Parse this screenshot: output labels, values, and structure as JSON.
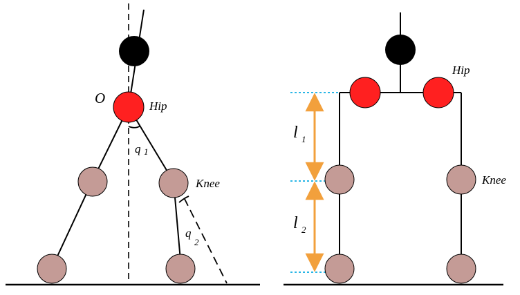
{
  "left_diagram": {
    "origin_label": "O",
    "hip_label": "Hip",
    "knee_label": "Knee",
    "q1": {
      "symbol": "q",
      "subscript": "1"
    },
    "q2": {
      "symbol": "q",
      "subscript": "2"
    }
  },
  "right_diagram": {
    "hip_label": "Hip",
    "knee_label": "Knee",
    "l1": {
      "symbol": "l",
      "subscript": "1"
    },
    "l2": {
      "symbol": "l",
      "subscript": "2"
    }
  },
  "colors": {
    "body": "#000000",
    "hip": "#ff2020",
    "joint": "#c49b96",
    "dimension": "#f2a03c",
    "guide": "#29b6e6"
  }
}
